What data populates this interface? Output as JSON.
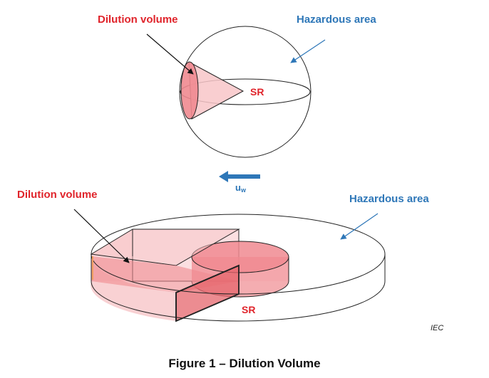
{
  "top_view": {
    "dilution_label": "Dilution volume",
    "hazard_label": "Hazardous area",
    "source_label": "SR"
  },
  "wind": {
    "label": "u",
    "subscript": "w"
  },
  "bottom_view": {
    "dilution_label": "Dilution volume",
    "hazard_label": "Hazardous area",
    "source_label": "SR"
  },
  "credit": "IEC",
  "caption": "Figure 1 – Dilution Volume",
  "colors": {
    "dilution_fill": "#f08a90",
    "dilution_fill_light": "#f8c5c8",
    "label_red": "#e0242b",
    "label_blue": "#2e77b8",
    "outline": "#222222"
  }
}
